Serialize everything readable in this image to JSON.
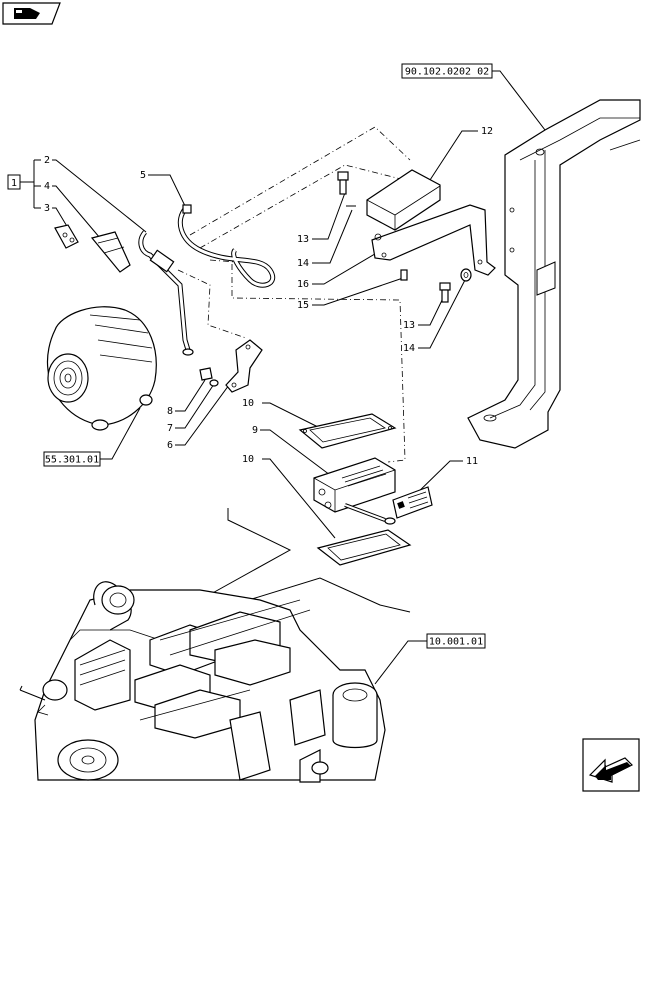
{
  "nav": {
    "corner_icon": "book-hand-icon",
    "return_icon": "arrow-back-icon"
  },
  "refs": {
    "chassis": "90.102.0202 02",
    "alternator": "55.301.01",
    "engine": "10.001.01"
  },
  "group_bracket_label": "1",
  "callouts": {
    "c2": "2",
    "c4": "4",
    "c3": "3",
    "c5": "5",
    "c12": "12",
    "c13a": "13",
    "c14a": "14",
    "c16": "16",
    "c15": "15",
    "c13b": "13",
    "c14b": "14",
    "c8": "8",
    "c7": "7",
    "c6": "6",
    "c10a": "10",
    "c9": "9",
    "c10b": "10",
    "c11": "11"
  }
}
